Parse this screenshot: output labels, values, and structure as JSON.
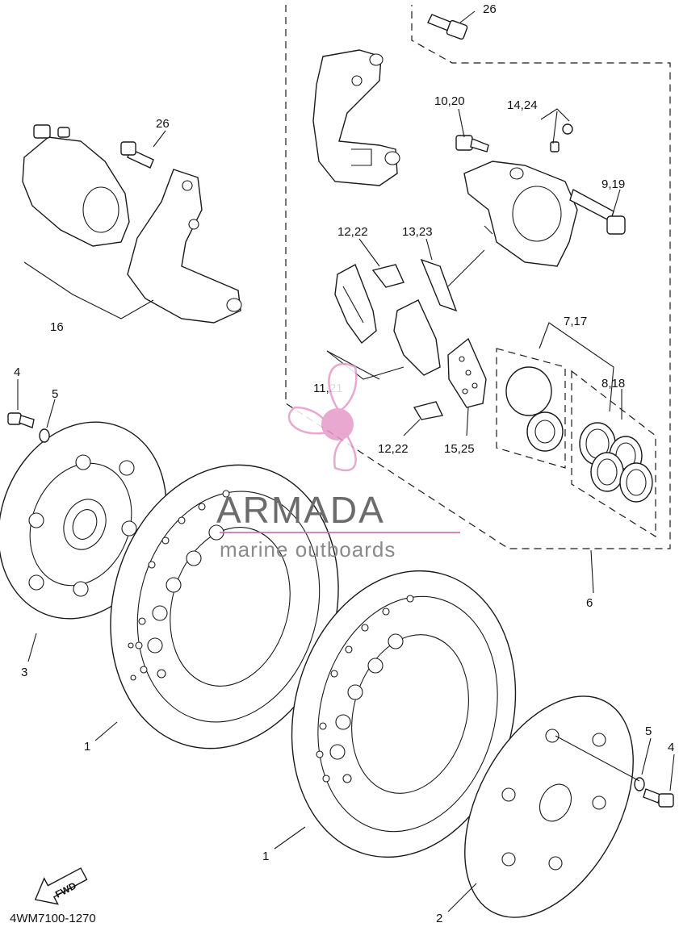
{
  "labels": {
    "l26_top": "26",
    "l26_left": "26",
    "l10_20": "10,20",
    "l14_24": "14,24",
    "l9_19": "9,19",
    "l12_22_top": "12,22",
    "l13_23": "13,23",
    "l7_17": "7,17",
    "l8_18": "8,18",
    "l11_21": "11,21",
    "l12_22_bottom": "12,22",
    "l15_25": "15,25",
    "l16": "16",
    "l4_left": "4",
    "l5_left": "5",
    "l3": "3",
    "l6": "6",
    "l1_upper": "1",
    "l1_lower": "1",
    "l5_right": "5",
    "l4_right": "4",
    "l2": "2"
  },
  "watermark": {
    "brand": "ARMADA",
    "tagline": "marine outboards",
    "logo_color": "#e59ac8",
    "line_color": "#d070b0"
  },
  "fwd_label": "FWD",
  "diagram_code": "4WM7100-1270"
}
